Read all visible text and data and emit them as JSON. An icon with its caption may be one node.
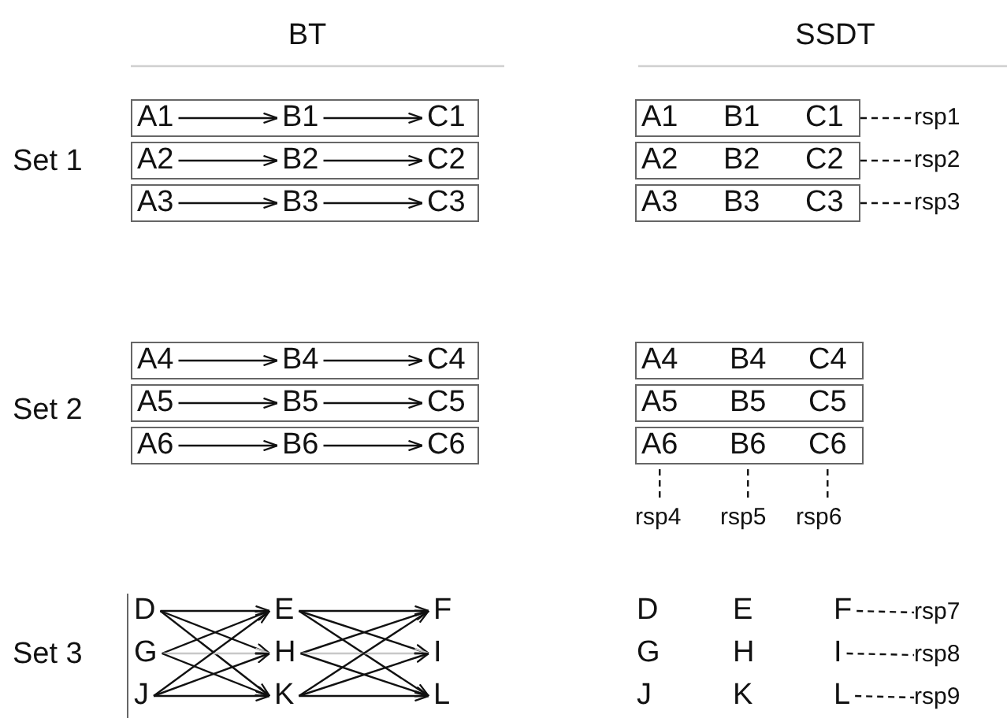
{
  "diagram": {
    "nodes": [
      {
        "text": [],
        "shape": "box"
      },
      {
        "text": [
          "A1"
        ],
        "in": 0
      },
      {
        "text": [
          "B1"
        ],
        "in": 0
      },
      {
        "text": [
          "C1"
        ],
        "in": 0
      },
      {
        "text": [],
        "shape": "box"
      },
      {
        "text": [
          "A2"
        ],
        "in": 4
      },
      {
        "text": [
          "B2"
        ],
        "in": 4
      },
      {
        "text": [
          "C2"
        ],
        "in": 4
      },
      {
        "text": [],
        "shape": "box"
      },
      {
        "text": [
          "A3"
        ],
        "in": 8
      },
      {
        "text": [
          "B3"
        ],
        "in": 8
      },
      {
        "text": [
          "C3"
        ],
        "in": 8
      },
      {
        "text": [],
        "shape": "box"
      },
      {
        "text": [
          "A1"
        ],
        "in": 12
      },
      {
        "text": [
          "B1"
        ],
        "in": 12
      },
      {
        "text": [
          "C1"
        ],
        "in": 12
      },
      {
        "text": [
          "rsp1"
        ]
      },
      {
        "text": [],
        "shape": "box"
      },
      {
        "text": [
          "A2"
        ],
        "in": 17
      },
      {
        "text": [
          "B2"
        ],
        "in": 17
      },
      {
        "text": [
          "C2"
        ],
        "in": 17
      },
      {
        "text": [
          "rsp2"
        ]
      },
      {
        "text": [],
        "shape": "box"
      },
      {
        "text": [
          "A3"
        ],
        "in": 22
      },
      {
        "text": [
          "B3"
        ],
        "in": 22
      },
      {
        "text": [
          "C3"
        ],
        "in": 22
      },
      {
        "text": [
          "rsp3"
        ]
      },
      {
        "text": [],
        "shape": "box"
      },
      {
        "text": [
          "A4"
        ],
        "in": 27
      },
      {
        "text": [
          "B4"
        ],
        "in": 27
      },
      {
        "text": [
          "C4"
        ],
        "in": 27
      },
      {
        "text": [],
        "shape": "box"
      },
      {
        "text": [
          "A5"
        ],
        "in": 31
      },
      {
        "text": [
          "B5"
        ],
        "in": 31
      },
      {
        "text": [
          "C5"
        ],
        "in": 31
      },
      {
        "text": [],
        "shape": "box"
      },
      {
        "text": [
          "A6"
        ],
        "in": 35
      },
      {
        "text": [
          "B6"
        ],
        "in": 35
      },
      {
        "text": [
          "C6"
        ],
        "in": 35
      },
      {
        "text": [],
        "shape": "box"
      },
      {
        "text": [
          "A4"
        ],
        "in": 39
      },
      {
        "text": [
          "B4"
        ],
        "in": 39
      },
      {
        "text": [
          "C4"
        ],
        "in": 39
      },
      {
        "text": [],
        "shape": "box"
      },
      {
        "text": [
          "A5"
        ],
        "in": 43
      },
      {
        "text": [
          "B5"
        ],
        "in": 43
      },
      {
        "text": [
          "C5"
        ],
        "in": 43
      },
      {
        "text": [],
        "shape": "box"
      },
      {
        "text": [
          "A6"
        ],
        "in": 47
      },
      {
        "text": [
          "B6"
        ],
        "in": 47
      },
      {
        "text": [
          "C6"
        ],
        "in": 47
      },
      {
        "text": [
          "rsp4"
        ]
      },
      {
        "text": [
          "rsp5"
        ]
      },
      {
        "text": [
          "rsp6"
        ]
      },
      {
        "text": [
          "D"
        ]
      },
      {
        "text": [
          "E"
        ]
      },
      {
        "text": [
          "F"
        ]
      },
      {
        "text": [
          "G"
        ]
      },
      {
        "text": [
          "H"
        ]
      },
      {
        "text": [
          "I"
        ]
      },
      {
        "text": [
          "J"
        ]
      },
      {
        "text": [
          "K"
        ]
      },
      {
        "text": [
          "L"
        ]
      },
      {
        "text": [
          "D"
        ]
      },
      {
        "text": [
          "E"
        ]
      },
      {
        "text": [
          "F"
        ]
      },
      {
        "text": [
          "rsp7"
        ]
      },
      {
        "text": [
          "G"
        ]
      },
      {
        "text": [
          "H"
        ]
      },
      {
        "text": [
          "I"
        ]
      },
      {
        "text": [
          "rsp8"
        ]
      },
      {
        "text": [
          "J"
        ]
      },
      {
        "text": [
          "K"
        ]
      },
      {
        "text": [
          "L"
        ]
      },
      {
        "text": [
          "rsp9"
        ]
      }
    ],
    "edges": [
      {
        "from": 1,
        "to": 2,
        "arrow": "to"
      },
      {
        "from": 2,
        "to": 3,
        "arrow": "to"
      },
      {
        "from": 5,
        "to": 6,
        "arrow": "to"
      },
      {
        "from": 6,
        "to": 7,
        "arrow": "to"
      },
      {
        "from": 9,
        "to": 10,
        "arrow": "to"
      },
      {
        "from": 10,
        "to": 11,
        "arrow": "to"
      },
      {
        "from": 12,
        "to": 16,
        "arrow": "none",
        "style": "dashed"
      },
      {
        "from": 17,
        "to": 21,
        "arrow": "none",
        "style": "dashed"
      },
      {
        "from": 22,
        "to": 26,
        "arrow": "none",
        "style": "dashed"
      },
      {
        "from": 28,
        "to": 29,
        "arrow": "to"
      },
      {
        "from": 29,
        "to": 30,
        "arrow": "to"
      },
      {
        "from": 32,
        "to": 33,
        "arrow": "to"
      },
      {
        "from": 33,
        "to": 34,
        "arrow": "to"
      },
      {
        "from": 36,
        "to": 37,
        "arrow": "to"
      },
      {
        "from": 37,
        "to": 38,
        "arrow": "to"
      },
      {
        "from": 48,
        "to": 51,
        "arrow": "none",
        "style": "dashed"
      },
      {
        "from": 49,
        "to": 52,
        "arrow": "none",
        "style": "dashed"
      },
      {
        "from": 50,
        "to": 53,
        "arrow": "none",
        "style": "dashed"
      },
      {
        "from": 54,
        "to": 55,
        "arrow": "to"
      },
      {
        "from": 54,
        "to": 58,
        "arrow": "to"
      },
      {
        "from": 54,
        "to": 61,
        "arrow": "to"
      },
      {
        "from": 57,
        "to": 55,
        "arrow": "to"
      },
      {
        "from": 57,
        "to": 58,
        "arrow": "to",
        "color": "#c8c8c8"
      },
      {
        "from": 57,
        "to": 61,
        "arrow": "to"
      },
      {
        "from": 60,
        "to": 55,
        "arrow": "to"
      },
      {
        "from": 60,
        "to": 58,
        "arrow": "to"
      },
      {
        "from": 60,
        "to": 61,
        "arrow": "to"
      },
      {
        "from": 55,
        "to": 56,
        "arrow": "to"
      },
      {
        "from": 55,
        "to": 59,
        "arrow": "to"
      },
      {
        "from": 55,
        "to": 62,
        "arrow": "to"
      },
      {
        "from": 58,
        "to": 56,
        "arrow": "to"
      },
      {
        "from": 58,
        "to": 59,
        "arrow": "to",
        "color": "#c8c8c8"
      },
      {
        "from": 58,
        "to": 62,
        "arrow": "to"
      },
      {
        "from": 61,
        "to": 56,
        "arrow": "to"
      },
      {
        "from": 61,
        "to": 59,
        "arrow": "to"
      },
      {
        "from": 61,
        "to": 62,
        "arrow": "to"
      },
      {
        "from": 65,
        "to": 66,
        "arrow": "none",
        "style": "dashed"
      },
      {
        "from": 69,
        "to": 70,
        "arrow": "none",
        "style": "dashed"
      },
      {
        "from": 73,
        "to": 74,
        "arrow": "none",
        "style": "dashed"
      }
    ],
    "labels": [
      "BT",
      "SSDT",
      "Set 1",
      "Set 2",
      "Set 3"
    ]
  }
}
